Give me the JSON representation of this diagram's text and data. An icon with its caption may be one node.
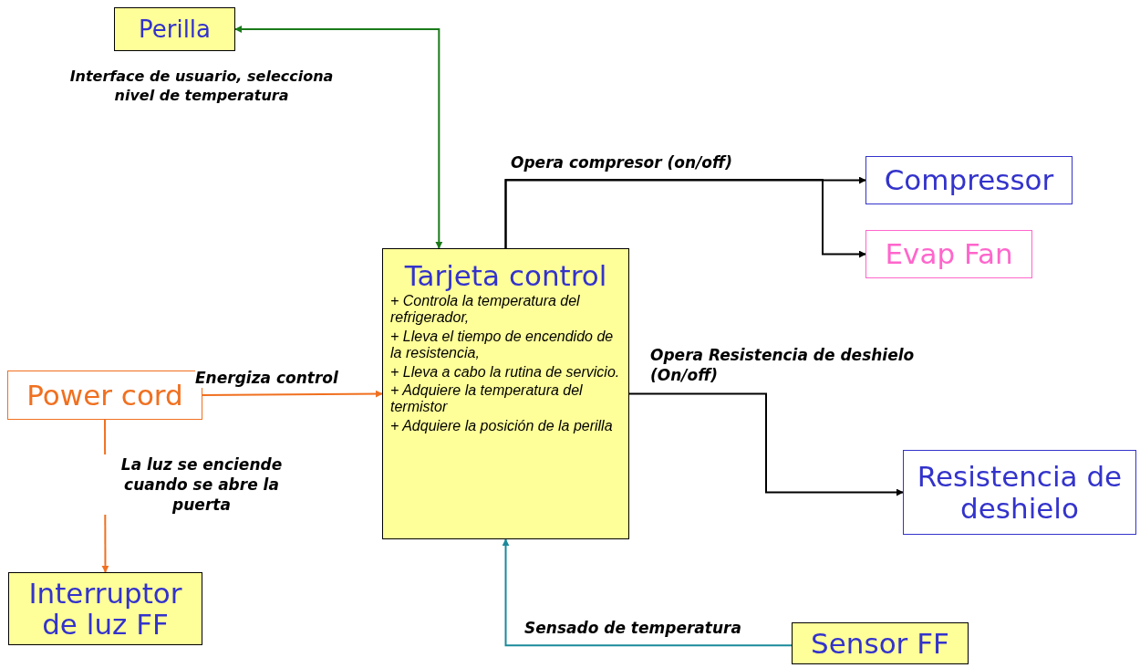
{
  "diagram": {
    "nodes": [
      {
        "text": [
          "Perilla"
        ]
      },
      {
        "text": [
          "Tarjeta control",
          "+ Controla la temperatura del refrigerador,",
          "+ Lleva el tiempo de encendido de la resistencia,",
          "+ Lleva a cabo la rutina de servicio.",
          "+ Adquiere la temperatura del termistor",
          "+ Adquiere la posición de la perilla"
        ]
      },
      {
        "text": [
          "Compressor"
        ]
      },
      {
        "text": [
          "Evap Fan"
        ]
      },
      {
        "text": [
          "Power cord"
        ]
      },
      {
        "text": [
          "Resistencia de deshielo"
        ]
      },
      {
        "text": [
          "Interruptor de luz FF"
        ]
      },
      {
        "text": [
          "Sensor FF"
        ]
      }
    ],
    "edges": [
      {
        "from": 1,
        "to": 0,
        "arrow": "both",
        "label": "Interface de usuario, selecciona nivel de temperatura",
        "color": "#1a7a1a"
      },
      {
        "from": 1,
        "to": 2,
        "arrow": "to",
        "label": "Opera compresor (on/off)"
      },
      {
        "from": 1,
        "to": 3,
        "arrow": "to"
      },
      {
        "from": 4,
        "to": 1,
        "arrow": "to",
        "label": "Energiza control",
        "color": "#f07020"
      },
      {
        "from": 1,
        "to": 5,
        "arrow": "to",
        "label": "Opera Resistencia de deshielo (On/off)"
      },
      {
        "from": 4,
        "to": 6,
        "arrow": "to",
        "label": "La luz se enciende cuando se abre la puerta",
        "color": "#f07020"
      },
      {
        "from": 7,
        "to": 1,
        "arrow": "to",
        "label": "Sensado de temperatura",
        "color": "#1a8a9a"
      }
    ]
  }
}
